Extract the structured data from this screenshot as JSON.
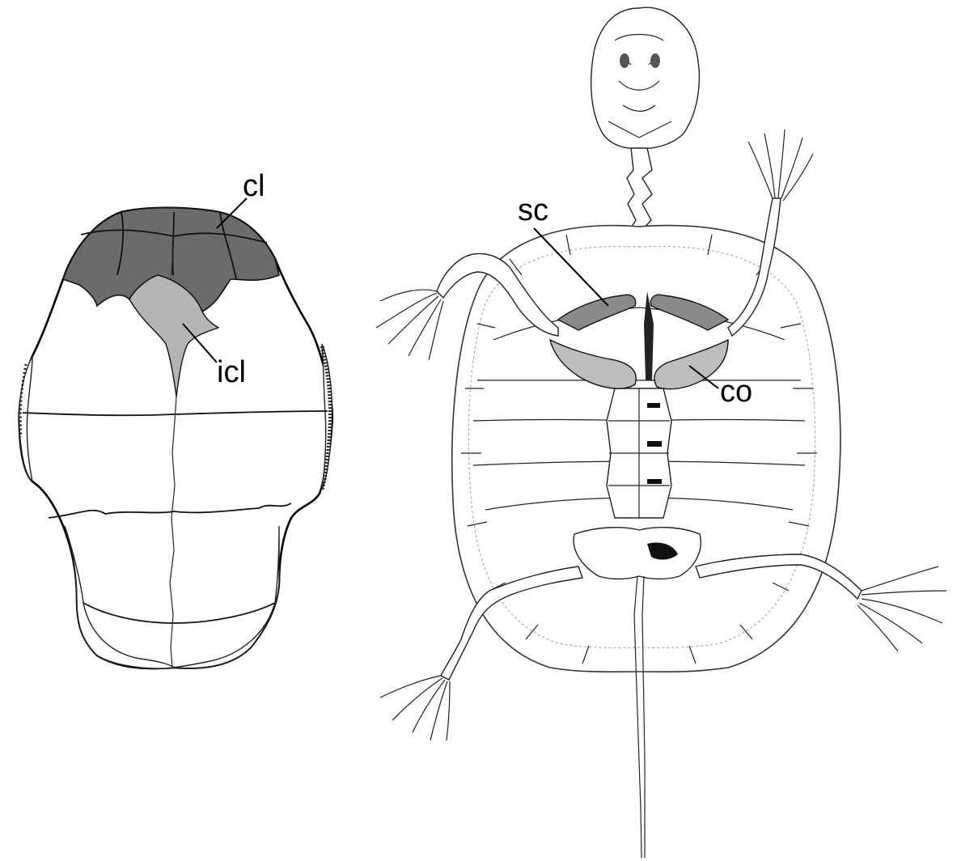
{
  "labels": {
    "cl": "cl",
    "icl": "icl",
    "sc": "sc",
    "co": "co"
  },
  "colors": {
    "clavicle": "#6b6b6b",
    "interclavicle": "#b5b5b5",
    "scapula": "#8a8a8a",
    "coracoid": "#bdbdbd",
    "line": "#111111",
    "background": "#ffffff"
  }
}
